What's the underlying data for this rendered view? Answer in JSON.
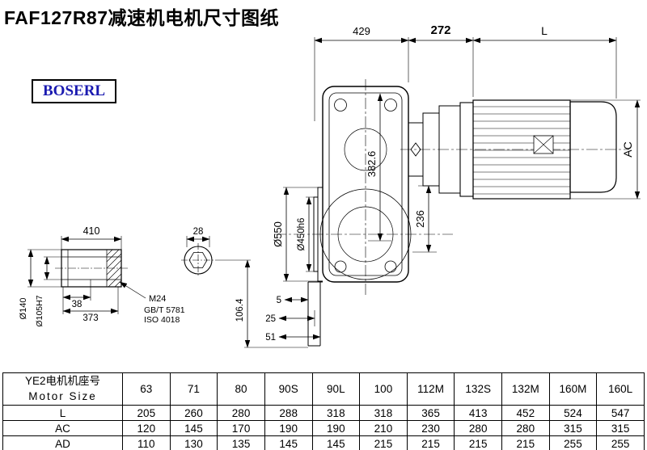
{
  "page": {
    "title": "FAF127R87减速机电机尺寸图纸",
    "brand": "BOSERL"
  },
  "drawing": {
    "d429": "429",
    "d272": "272",
    "dL": "L",
    "dAC": "AC",
    "d550": "Ø550",
    "d450": "Ø450h6",
    "d382_6": "382.6",
    "d236": "236",
    "d5": "5",
    "d25": "25",
    "d51": "51",
    "d410": "410",
    "d28": "28",
    "d140": "Ø140",
    "d105": "Ø105H7",
    "d38": "38",
    "d373": "373",
    "m24": "M24",
    "gb": "GB/T 5781",
    "iso": "ISO 4018",
    "d106_4": "106.4"
  },
  "table": {
    "header_cn": "YE2电机机座号",
    "header_en": "Motor Size",
    "columns": [
      "63",
      "71",
      "80",
      "90S",
      "90L",
      "100",
      "112M",
      "132S",
      "132M",
      "160M",
      "160L"
    ],
    "rows": [
      {
        "label": "L",
        "values": [
          "205",
          "260",
          "280",
          "288",
          "318",
          "318",
          "365",
          "413",
          "452",
          "524",
          "547"
        ]
      },
      {
        "label": "AC",
        "values": [
          "120",
          "145",
          "170",
          "190",
          "190",
          "210",
          "230",
          "280",
          "280",
          "315",
          "315"
        ]
      },
      {
        "label": "AD",
        "values": [
          "110",
          "130",
          "135",
          "145",
          "145",
          "215",
          "215",
          "215",
          "215",
          "255",
          "255"
        ]
      }
    ]
  }
}
